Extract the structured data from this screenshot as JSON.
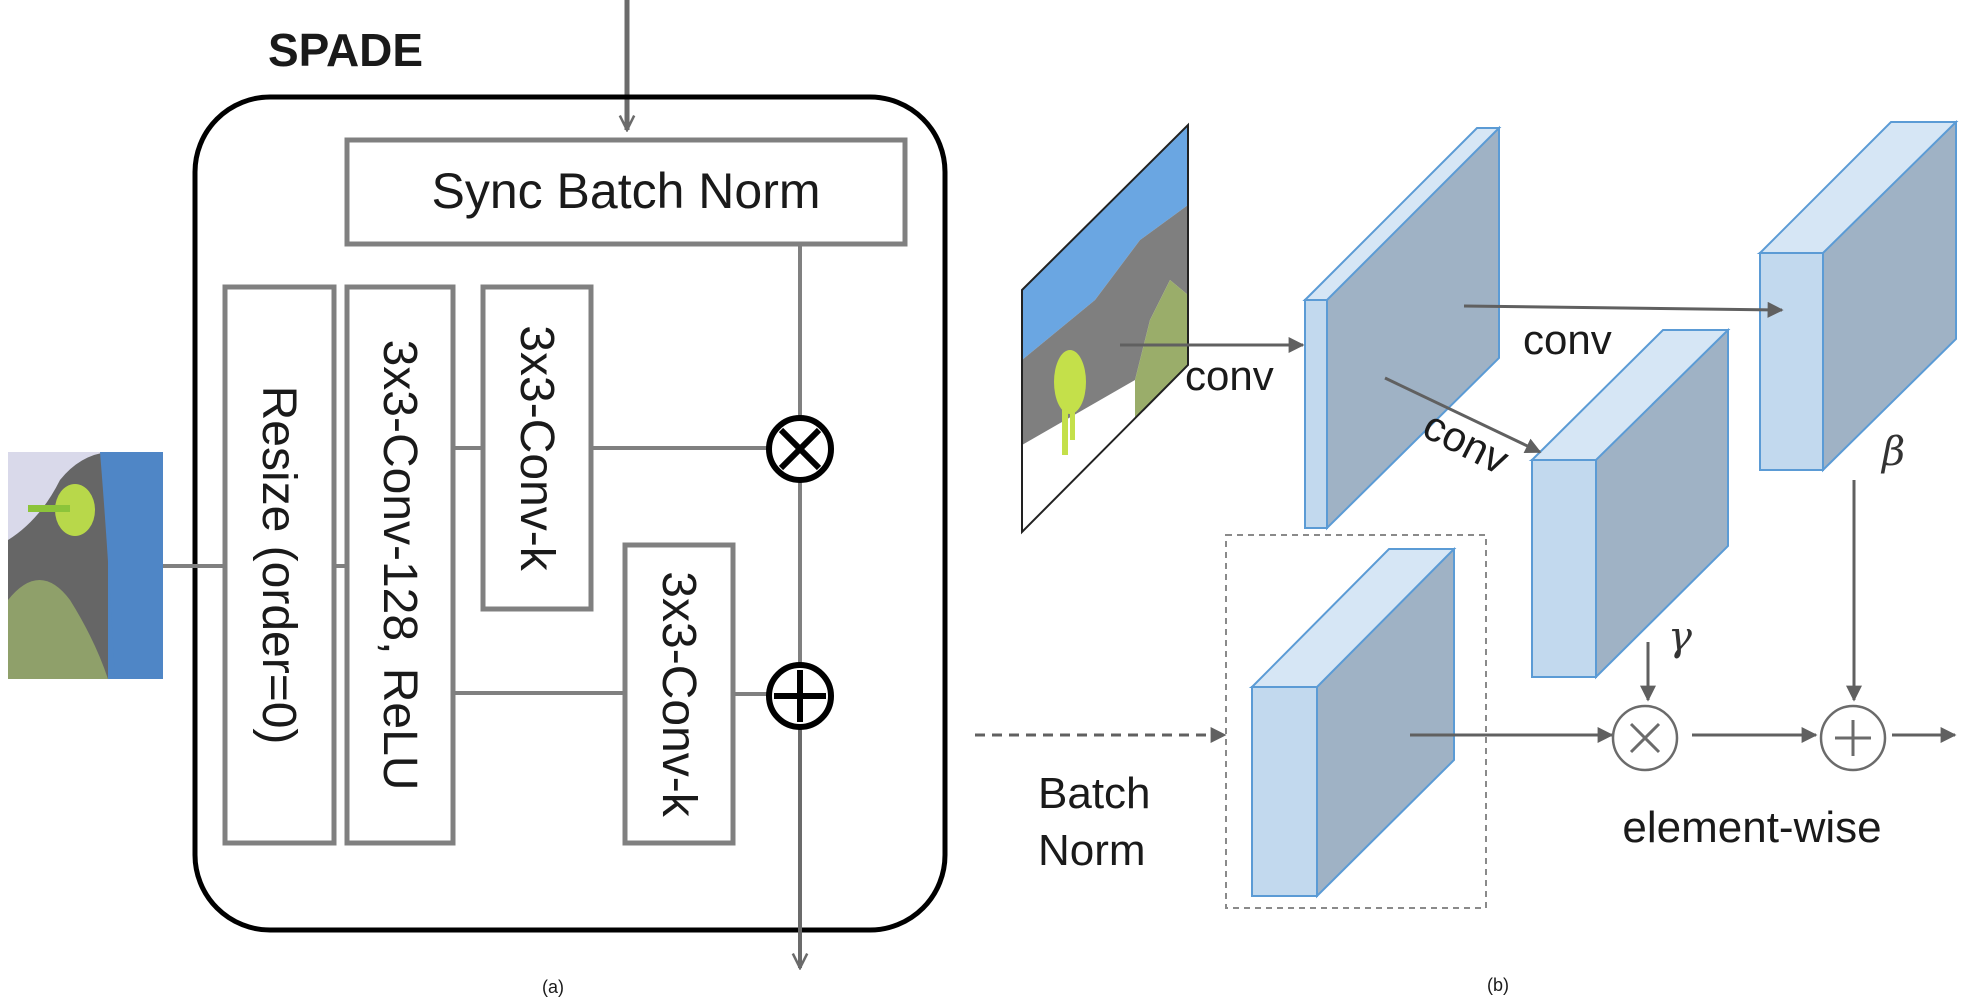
{
  "panel_a": {
    "title": "SPADE",
    "sync_batch_norm": "Sync Batch Norm",
    "resize": "Resize (order=0)",
    "conv128": "3x3-Conv-128, ReLU",
    "conv_k_top": "3x3-Conv-k",
    "conv_k_bottom": "3x3-Conv-k",
    "caption": "(a)"
  },
  "panel_b": {
    "conv_1": "conv",
    "conv_2": "conv",
    "conv_3": "conv",
    "gamma": "γ",
    "beta": "β",
    "batch_norm_line1": "Batch",
    "batch_norm_line2": "Norm",
    "element_wise": "element-wise",
    "caption": "(b)"
  },
  "colors": {
    "box_stroke": "#808080",
    "frame_stroke": "#000000",
    "arrow": "#606060",
    "block_front": "#c2d9ee",
    "block_side": "#9fb2c5",
    "block_top": "#d6e6f5",
    "block_edge": "#5b9bd5",
    "map_sky": "#6aa6e2",
    "map_road": "#7f7f7f",
    "map_grass": "#9aad6a",
    "map_tree": "#c4e04a"
  }
}
